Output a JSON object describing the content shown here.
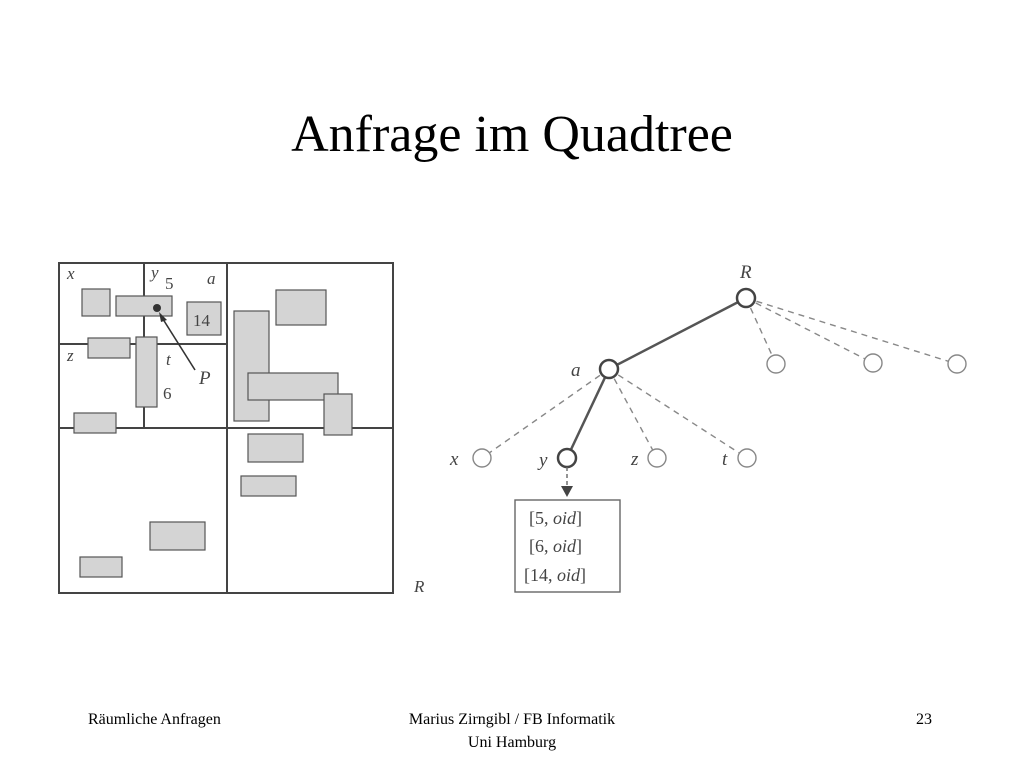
{
  "slide": {
    "title": "Anfrage im Quadtree"
  },
  "figure": {
    "left": {
      "quadrant_labels": [
        "x",
        "y",
        "a",
        "z",
        "t"
      ],
      "object_labels": [
        "5",
        "14",
        "6"
      ],
      "point_label": "P",
      "region_label": "R"
    },
    "tree": {
      "root_label": "R",
      "internal_label": "a",
      "leaf_labels": [
        "x",
        "y",
        "z",
        "t"
      ]
    },
    "result_box": {
      "entries": [
        {
          "num": "[5, ",
          "oid": "oid",
          "end": "]"
        },
        {
          "num": "[6, ",
          "oid": "oid",
          "end": "]"
        },
        {
          "num": "[14, ",
          "oid": "oid",
          "end": "]"
        }
      ]
    }
  },
  "footer": {
    "left": "Räumliche Anfragen",
    "center_line1": "Marius Zirngibl / FB Informatik",
    "center_line2": "Uni Hamburg",
    "page": "23"
  },
  "colors": {
    "grid_lines": "#444444",
    "object_fill": "#d4d4d4",
    "object_stroke": "#555555",
    "dashed_edges": "#888888"
  }
}
